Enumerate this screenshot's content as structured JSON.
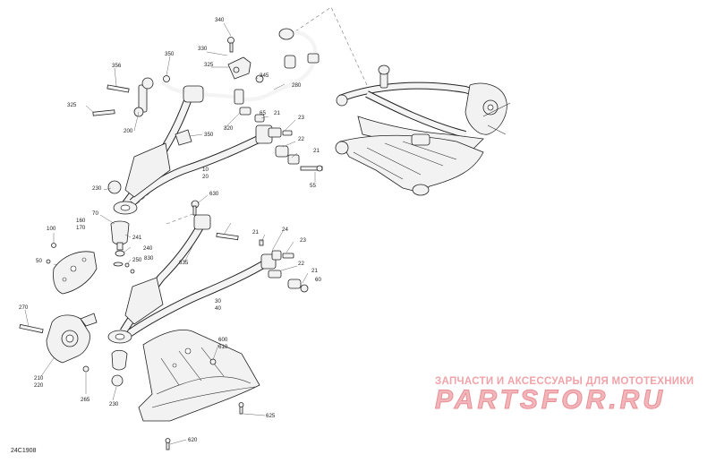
{
  "drawing_code": "24C1908",
  "watermark": {
    "top_text": "ЗАПЧАСТИ И АКСЕССУАРЫ ДЛЯ МОТОТЕХНИКИ",
    "brand_text": "PARTSFOR.RU"
  },
  "callouts": [
    {
      "id": "c340",
      "text": "340"
    },
    {
      "id": "c330",
      "text": "330"
    },
    {
      "id": "c325a",
      "text": "325"
    },
    {
      "id": "c350a",
      "text": "350"
    },
    {
      "id": "c356",
      "text": "356"
    },
    {
      "id": "c345",
      "text": "345"
    },
    {
      "id": "c280",
      "text": "280"
    },
    {
      "id": "c325b",
      "text": "325"
    },
    {
      "id": "c200",
      "text": "200"
    },
    {
      "id": "c320",
      "text": "320"
    },
    {
      "id": "c65",
      "text": "65"
    },
    {
      "id": "c21a",
      "text": "21"
    },
    {
      "id": "c23a",
      "text": "23"
    },
    {
      "id": "c350b",
      "text": "350"
    },
    {
      "id": "c22a",
      "text": "22"
    },
    {
      "id": "c21b",
      "text": "21"
    },
    {
      "id": "c10",
      "text": "10"
    },
    {
      "id": "c20",
      "text": "20"
    },
    {
      "id": "c55",
      "text": "55"
    },
    {
      "id": "c230a",
      "text": "230"
    },
    {
      "id": "c630",
      "text": "630"
    },
    {
      "id": "c70",
      "text": "70"
    },
    {
      "id": "c160",
      "text": "160"
    },
    {
      "id": "c170",
      "text": "170"
    },
    {
      "id": "c100",
      "text": "100"
    },
    {
      "id": "c50",
      "text": "50"
    },
    {
      "id": "c241",
      "text": "241"
    },
    {
      "id": "c240",
      "text": "240"
    },
    {
      "id": "c250",
      "text": "250"
    },
    {
      "id": "c830",
      "text": "830"
    },
    {
      "id": "c21c",
      "text": "21"
    },
    {
      "id": "c24",
      "text": "24"
    },
    {
      "id": "c23b",
      "text": "23"
    },
    {
      "id": "c22b",
      "text": "22"
    },
    {
      "id": "c21d",
      "text": "21"
    },
    {
      "id": "c60",
      "text": "60"
    },
    {
      "id": "c635",
      "text": "635"
    },
    {
      "id": "c30",
      "text": "30"
    },
    {
      "id": "c40",
      "text": "40"
    },
    {
      "id": "c270",
      "text": "270"
    },
    {
      "id": "c600",
      "text": "600"
    },
    {
      "id": "c610",
      "text": "610"
    },
    {
      "id": "c210",
      "text": "210"
    },
    {
      "id": "c220",
      "text": "220"
    },
    {
      "id": "c230b",
      "text": "230"
    },
    {
      "id": "c265",
      "text": "265"
    },
    {
      "id": "c625",
      "text": "625"
    },
    {
      "id": "c620",
      "text": "620"
    }
  ]
}
